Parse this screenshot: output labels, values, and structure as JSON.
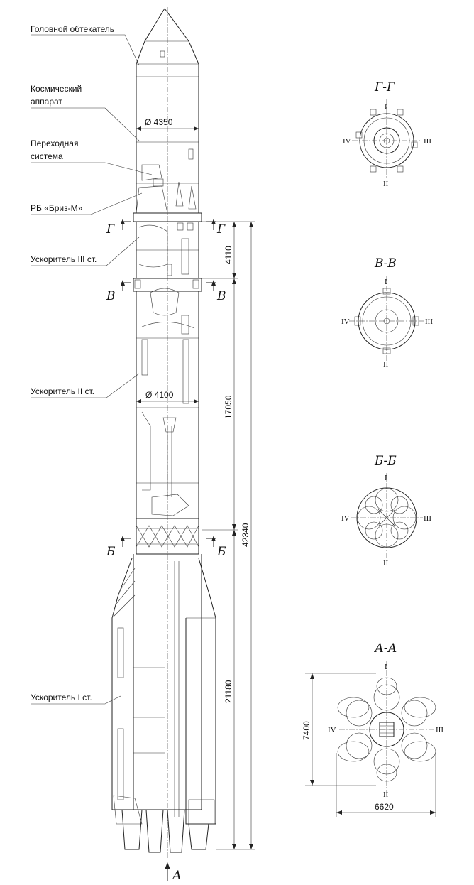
{
  "labels": {
    "fairing": "Головной обтекатель",
    "spacecraft_1": "Космический",
    "spacecraft_2": "аппарат",
    "adapter_1": "Переходная",
    "adapter_2": "система",
    "upper_stage": "РБ «Бриз-М»",
    "stage3": "Ускоритель III ст.",
    "stage2": "Ускоритель II ст.",
    "stage1": "Ускоритель I ст."
  },
  "diameters": {
    "fairing": "Ø 4350",
    "stage2": "Ø 4100"
  },
  "dimensions": {
    "stage3_len": "4110",
    "stage2_len": "17050",
    "total_len": "42340",
    "stage1_len": "21180",
    "aa_height": "7400",
    "aa_width": "6620"
  },
  "sections": {
    "g": "Г",
    "v": "В",
    "b": "Б",
    "a": "А",
    "gg": "Г-Г",
    "vv": "В-В",
    "bb": "Б-Б",
    "aa": "А-А"
  },
  "roman": {
    "one": "I",
    "two": "II",
    "three": "III",
    "four": "IV"
  }
}
